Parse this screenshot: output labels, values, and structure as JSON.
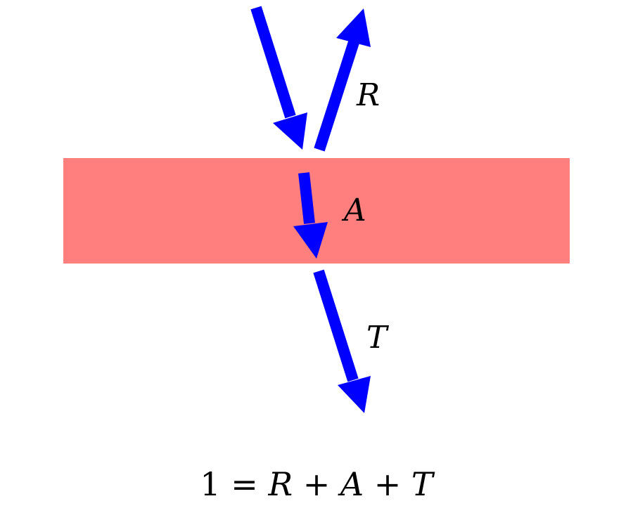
{
  "diagram": {
    "labels": {
      "reflected": "R",
      "absorbed": "A",
      "transmitted": "T"
    },
    "equation": {
      "one": "1",
      "equals": " = ",
      "r": "R",
      "plus1": " + ",
      "a": "A",
      "plus2": " + ",
      "t": "T"
    },
    "colors": {
      "slab": "#ff7f7f",
      "arrows": "#0000ff",
      "text": "#000000"
    }
  }
}
